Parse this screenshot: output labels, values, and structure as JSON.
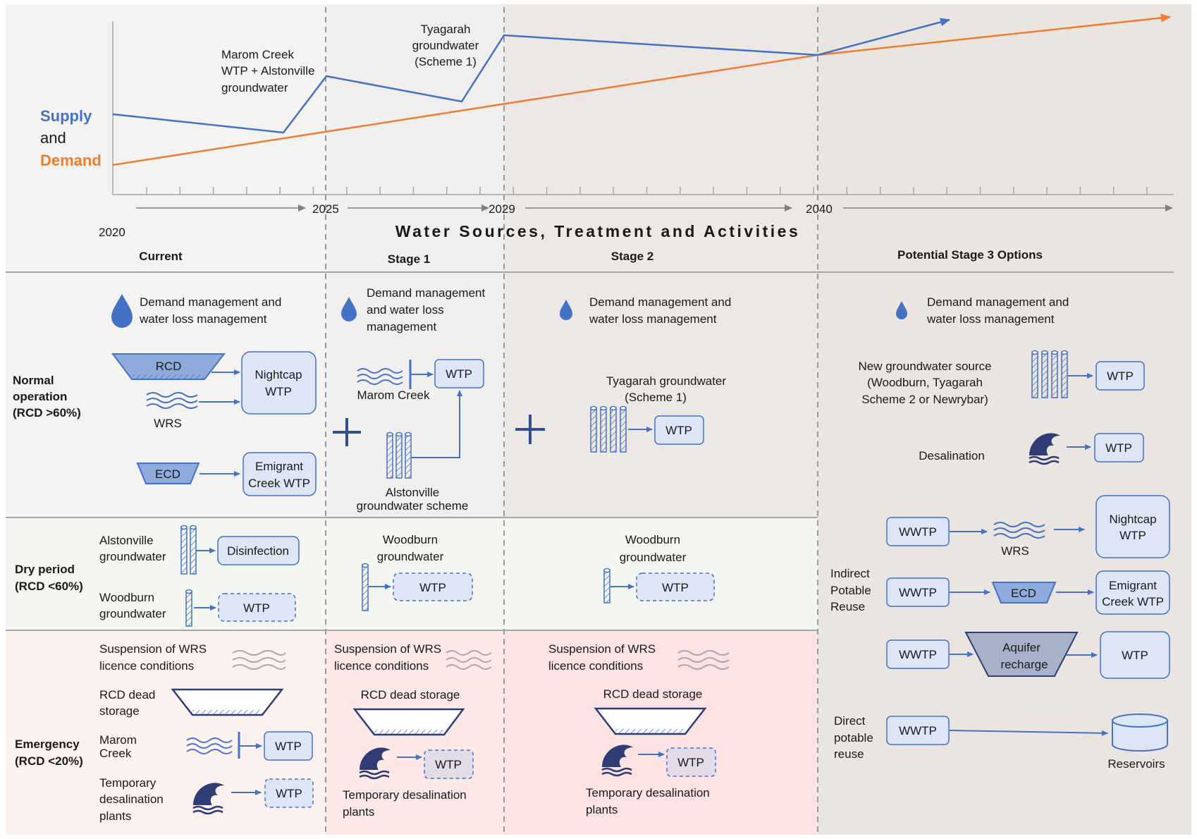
{
  "colors": {
    "supply": "#4472c4",
    "demand": "#ed7d31",
    "box_fill": "#dce6f5",
    "box_stroke": "#4472c4",
    "normal_bg": "#f5f4f2",
    "dry_bg": "#f2f5f0",
    "emergency_bg": "#fdf0ef",
    "stage2_emergency_bg": "#fce4e4",
    "stage3_bg": "#ebe5e1"
  },
  "chart": {
    "ylabel_supply": "Supply",
    "ylabel_and": "and",
    "ylabel_demand": "Demand",
    "annotations": {
      "marom_1": "Marom Creek",
      "marom_2": "WTP + Alstonville",
      "marom_3": "groundwater",
      "tyag_1": "Tyagarah",
      "tyag_2": "groundwater",
      "tyag_3": "(Scheme 1)"
    }
  },
  "chart_data": {
    "type": "line",
    "series": [
      {
        "name": "Supply",
        "color": "#4472c4"
      },
      {
        "name": "Demand",
        "color": "#ed7d31"
      }
    ],
    "milestones": [
      "2020",
      "2025",
      "2029",
      "2040"
    ]
  },
  "timeline": {
    "y2020": "2020",
    "y2025": "2025",
    "y2029": "2029",
    "y2040": "2040"
  },
  "title": "Water Sources, Treatment and Activities",
  "columns": {
    "current": "Current",
    "stage1": "Stage 1",
    "stage2": "Stage 2",
    "stage3": "Potential Stage 3 Options"
  },
  "rows": {
    "normal_1": "Normal",
    "normal_2": "operation",
    "normal_3": "(RCD >60%)",
    "dry_1": "Dry period",
    "dry_2": "(RCD <60%)",
    "emerg_1": "Emergency",
    "emerg_2": "(RCD <20%)"
  },
  "current": {
    "dm_1": "Demand management and",
    "dm_2": "water loss management",
    "rcd": "RCD",
    "nightcap_1": "Nightcap",
    "nightcap_2": "WTP",
    "wrs": "WRS",
    "ecd": "ECD",
    "emigrant_1": "Emigrant",
    "emigrant_2": "Creek WTP",
    "alst_1": "Alstonville",
    "alst_2": "groundwater",
    "disinfection": "Disinfection",
    "wood_1": "Woodburn",
    "wood_2": "groundwater",
    "wtp": "WTP",
    "susp_1": "Suspension of WRS",
    "susp_2": "licence conditions",
    "rcd_dead_1": "RCD dead",
    "rcd_dead_2": "storage",
    "marom_1": "Marom",
    "marom_2": "Creek",
    "temp_1": "Temporary",
    "temp_2": "desalination",
    "temp_3": "plants"
  },
  "stage1": {
    "dm_1": "Demand management",
    "dm_2": "and water loss",
    "dm_3": "management",
    "marom": "Marom Creek",
    "wtp": "WTP",
    "alst_1": "Alstonville",
    "alst_2": "groundwater scheme",
    "wood_1": "Woodburn",
    "wood_2": "groundwater",
    "susp_1": "Suspension of WRS",
    "susp_2": "licence conditions",
    "rcd_dead": "RCD dead storage",
    "temp_1": "Temporary desalination",
    "temp_2": "plants"
  },
  "stage2": {
    "dm_1": "Demand management and",
    "dm_2": "water loss management",
    "tyag_1": "Tyagarah groundwater",
    "tyag_2": "(Scheme 1)",
    "wtp": "WTP",
    "wood_1": "Woodburn",
    "wood_2": "groundwater",
    "susp_1": "Suspension of WRS",
    "susp_2": "licence conditions",
    "rcd_dead": "RCD dead storage",
    "temp_1": "Temporary desalination",
    "temp_2": "plants"
  },
  "stage3": {
    "dm_1": "Demand management and",
    "dm_2": "water loss management",
    "newgw_1": "New groundwater source",
    "newgw_2": "(Woodburn, Tyagarah",
    "newgw_3": "Scheme 2 or Newrybar)",
    "wtp": "WTP",
    "desal": "Desalination",
    "wwtp": "WWTP",
    "wrs": "WRS",
    "nightcap_1": "Nightcap",
    "nightcap_2": "WTP",
    "ipr_1": "Indirect",
    "ipr_2": "Potable",
    "ipr_3": "Reuse",
    "ecd": "ECD",
    "emigrant_1": "Emigrant",
    "emigrant_2": "Creek WTP",
    "aquifer_1": "Aquifer",
    "aquifer_2": "recharge",
    "dpr_1": "Direct",
    "dpr_2": "potable",
    "dpr_3": "reuse",
    "reservoirs": "Reservoirs"
  }
}
